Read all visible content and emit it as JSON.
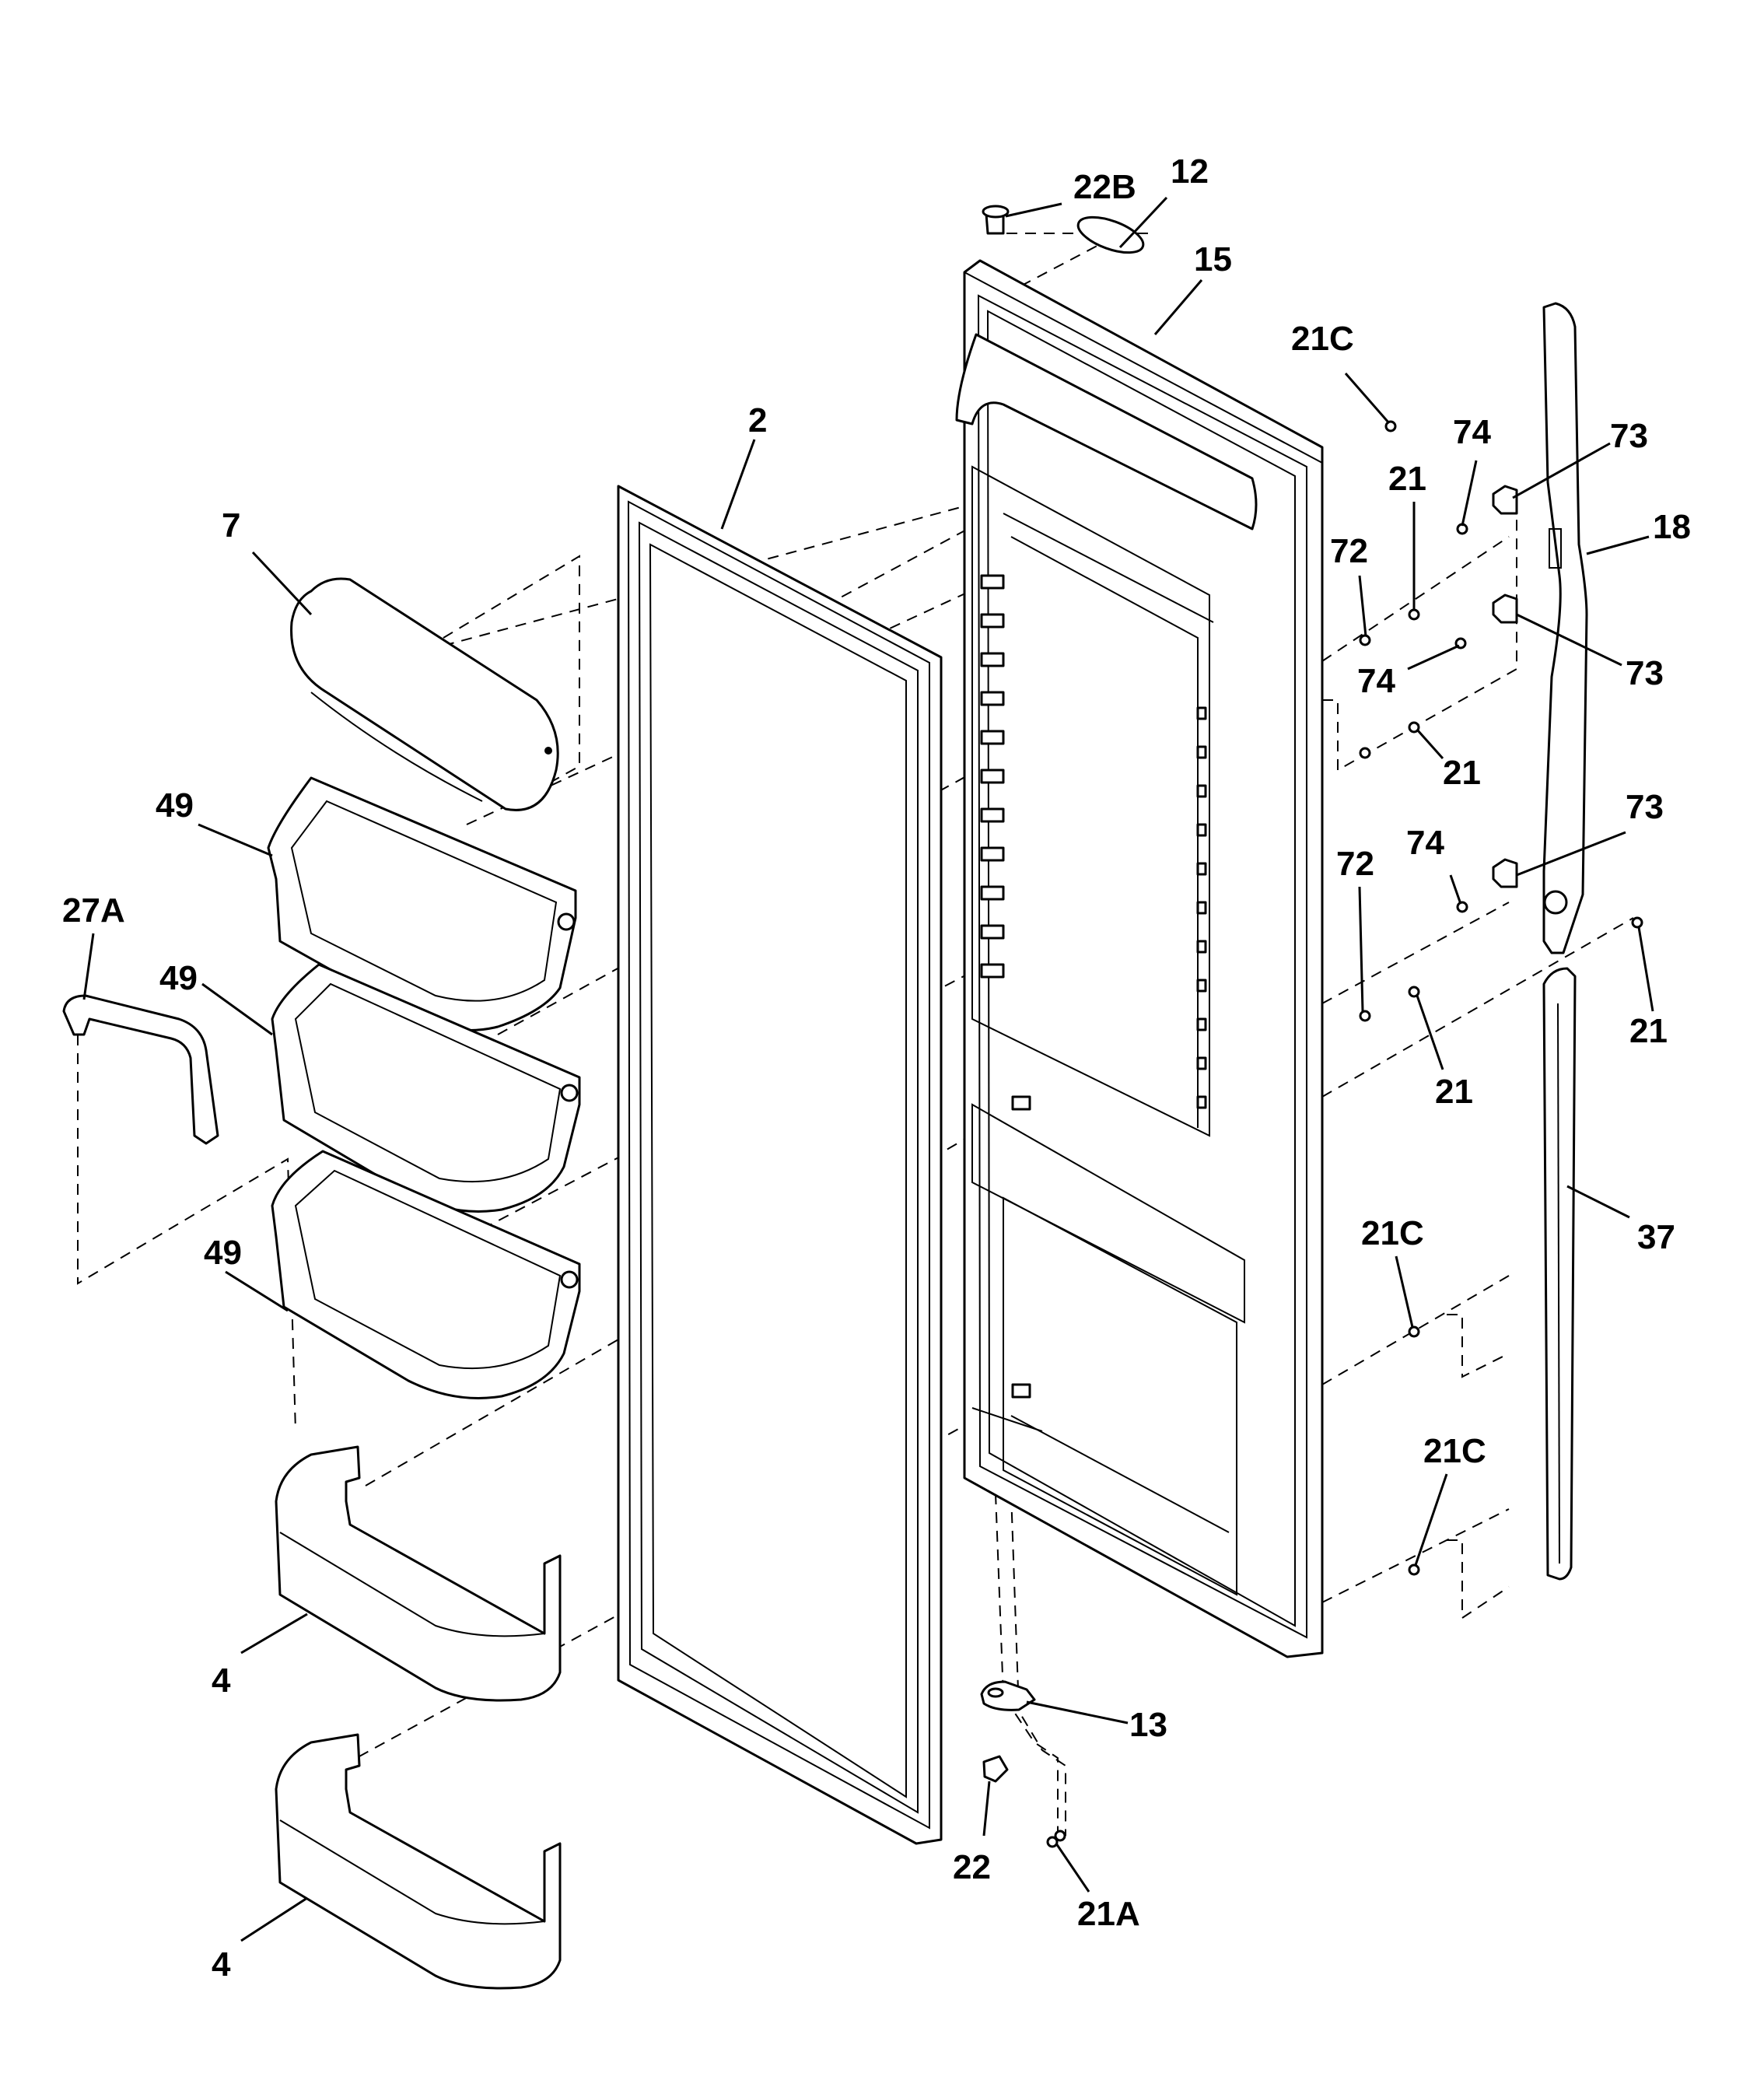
{
  "diagram": {
    "callouts": [
      {
        "label": "22B"
      },
      {
        "label": "12"
      },
      {
        "label": "15"
      },
      {
        "label": "21C"
      },
      {
        "label": "74"
      },
      {
        "label": "73"
      },
      {
        "label": "2"
      },
      {
        "label": "21"
      },
      {
        "label": "18"
      },
      {
        "label": "7"
      },
      {
        "label": "72"
      },
      {
        "label": "74"
      },
      {
        "label": "73"
      },
      {
        "label": "21"
      },
      {
        "label": "49"
      },
      {
        "label": "72"
      },
      {
        "label": "74"
      },
      {
        "label": "73"
      },
      {
        "label": "27A"
      },
      {
        "label": "49"
      },
      {
        "label": "21"
      },
      {
        "label": "21"
      },
      {
        "label": "49"
      },
      {
        "label": "21C"
      },
      {
        "label": "37"
      },
      {
        "label": "21C"
      },
      {
        "label": "4"
      },
      {
        "label": "13"
      },
      {
        "label": "22"
      },
      {
        "label": "21A"
      },
      {
        "label": "4"
      }
    ]
  }
}
